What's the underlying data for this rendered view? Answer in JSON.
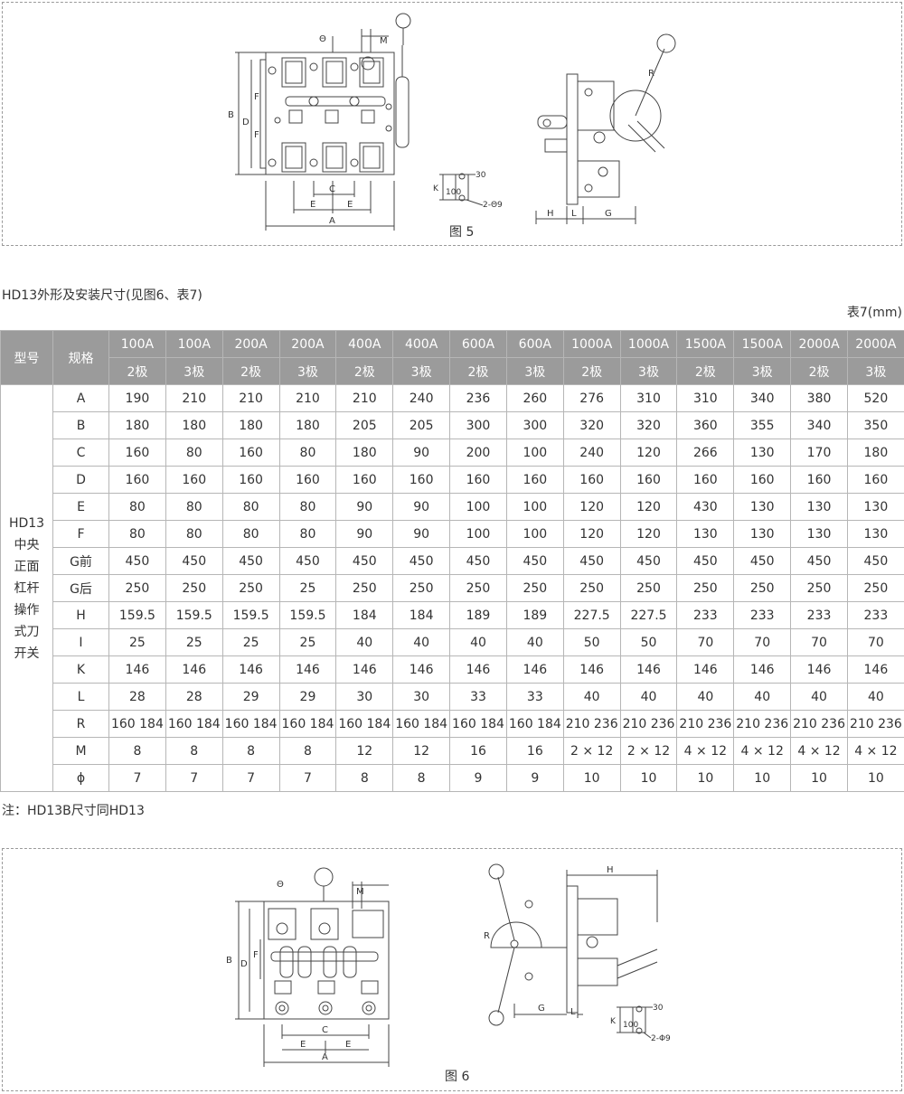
{
  "figure5": {
    "caption": "图 5",
    "labels": {
      "theta": "Θ",
      "m": "M",
      "b": "B",
      "d": "D",
      "f1": "F",
      "f2": "F",
      "c": "C",
      "e1": "E",
      "e2": "E",
      "a": "A",
      "r": "R",
      "k": "K",
      "k100": "100",
      "k30": "30",
      "khole": "2-Θ9",
      "h": "H",
      "l": "L",
      "g": "G"
    }
  },
  "section": {
    "title": "HD13外形及安装尺寸(见图6、表7)",
    "table_label": "表7(mm)",
    "note": "注：HD13B尺寸同HD13"
  },
  "table": {
    "header_model": "型号",
    "header_spec": "规格",
    "currents": [
      "100A",
      "100A",
      "200A",
      "200A",
      "400A",
      "400A",
      "600A",
      "600A",
      "1000A",
      "1000A",
      "1500A",
      "1500A",
      "2000A",
      "2000A"
    ],
    "poles": [
      "2极",
      "3极",
      "2极",
      "3极",
      "2极",
      "3极",
      "2极",
      "3极",
      "2极",
      "3极",
      "2极",
      "3极",
      "2极",
      "3极"
    ],
    "model_lines": [
      "HD13",
      "中央",
      "正面",
      "杠杆",
      "操作",
      "式刀",
      "开关"
    ],
    "rows": [
      {
        "param": "A",
        "values": [
          "190",
          "210",
          "210",
          "210",
          "210",
          "240",
          "236",
          "260",
          "276",
          "310",
          "310",
          "340",
          "380",
          "520"
        ]
      },
      {
        "param": "B",
        "values": [
          "180",
          "180",
          "180",
          "180",
          "205",
          "205",
          "300",
          "300",
          "320",
          "320",
          "360",
          "355",
          "340",
          "350"
        ]
      },
      {
        "param": "C",
        "values": [
          "160",
          "80",
          "160",
          "80",
          "180",
          "90",
          "200",
          "100",
          "240",
          "120",
          "266",
          "130",
          "170",
          "180"
        ]
      },
      {
        "param": "D",
        "values": [
          "160",
          "160",
          "160",
          "160",
          "160",
          "160",
          "160",
          "160",
          "160",
          "160",
          "160",
          "160",
          "160",
          "160"
        ]
      },
      {
        "param": "E",
        "values": [
          "80",
          "80",
          "80",
          "80",
          "90",
          "90",
          "100",
          "100",
          "120",
          "120",
          "430",
          "130",
          "130",
          "130"
        ]
      },
      {
        "param": "F",
        "values": [
          "80",
          "80",
          "80",
          "80",
          "90",
          "90",
          "100",
          "100",
          "120",
          "120",
          "130",
          "130",
          "130",
          "130"
        ]
      },
      {
        "param": "G前",
        "values": [
          "450",
          "450",
          "450",
          "450",
          "450",
          "450",
          "450",
          "450",
          "450",
          "450",
          "450",
          "450",
          "450",
          "450"
        ]
      },
      {
        "param": "G后",
        "values": [
          "250",
          "250",
          "250",
          "25",
          "250",
          "250",
          "250",
          "250",
          "250",
          "250",
          "250",
          "250",
          "250",
          "250"
        ]
      },
      {
        "param": "H",
        "values": [
          "159.5",
          "159.5",
          "159.5",
          "159.5",
          "184",
          "184",
          "189",
          "189",
          "227.5",
          "227.5",
          "233",
          "233",
          "233",
          "233"
        ]
      },
      {
        "param": "I",
        "values": [
          "25",
          "25",
          "25",
          "25",
          "40",
          "40",
          "40",
          "40",
          "50",
          "50",
          "70",
          "70",
          "70",
          "70"
        ]
      },
      {
        "param": "K",
        "values": [
          "146",
          "146",
          "146",
          "146",
          "146",
          "146",
          "146",
          "146",
          "146",
          "146",
          "146",
          "146",
          "146",
          "146"
        ]
      },
      {
        "param": "L",
        "values": [
          "28",
          "28",
          "29",
          "29",
          "30",
          "30",
          "33",
          "33",
          "40",
          "40",
          "40",
          "40",
          "40",
          "40"
        ]
      },
      {
        "param": "R",
        "values": [
          "160 184",
          "160 184",
          "160 184",
          "160 184",
          "160 184",
          "160 184",
          "160 184",
          "160 184",
          "210 236",
          "210 236",
          "210 236",
          "210 236",
          "210 236",
          "210 236"
        ]
      },
      {
        "param": "M",
        "values": [
          "8",
          "8",
          "8",
          "8",
          "12",
          "12",
          "16",
          "16",
          "2 × 12",
          "2 × 12",
          "4 × 12",
          "4 × 12",
          "4 × 12",
          "4 × 12"
        ]
      },
      {
        "param": "ϕ",
        "values": [
          "7",
          "7",
          "7",
          "7",
          "8",
          "8",
          "9",
          "9",
          "10",
          "10",
          "10",
          "10",
          "10",
          "10"
        ]
      }
    ]
  },
  "figure6": {
    "caption": "图 6",
    "labels": {
      "theta": "Θ",
      "m": "M",
      "b": "B",
      "d": "D",
      "f": "F",
      "c": "C",
      "e1": "E",
      "e2": "E",
      "a": "A",
      "r": "R",
      "h": "H",
      "g": "G",
      "l": "L",
      "k": "K",
      "k100": "100",
      "k30": "30",
      "khole": "2-Φ9"
    }
  }
}
